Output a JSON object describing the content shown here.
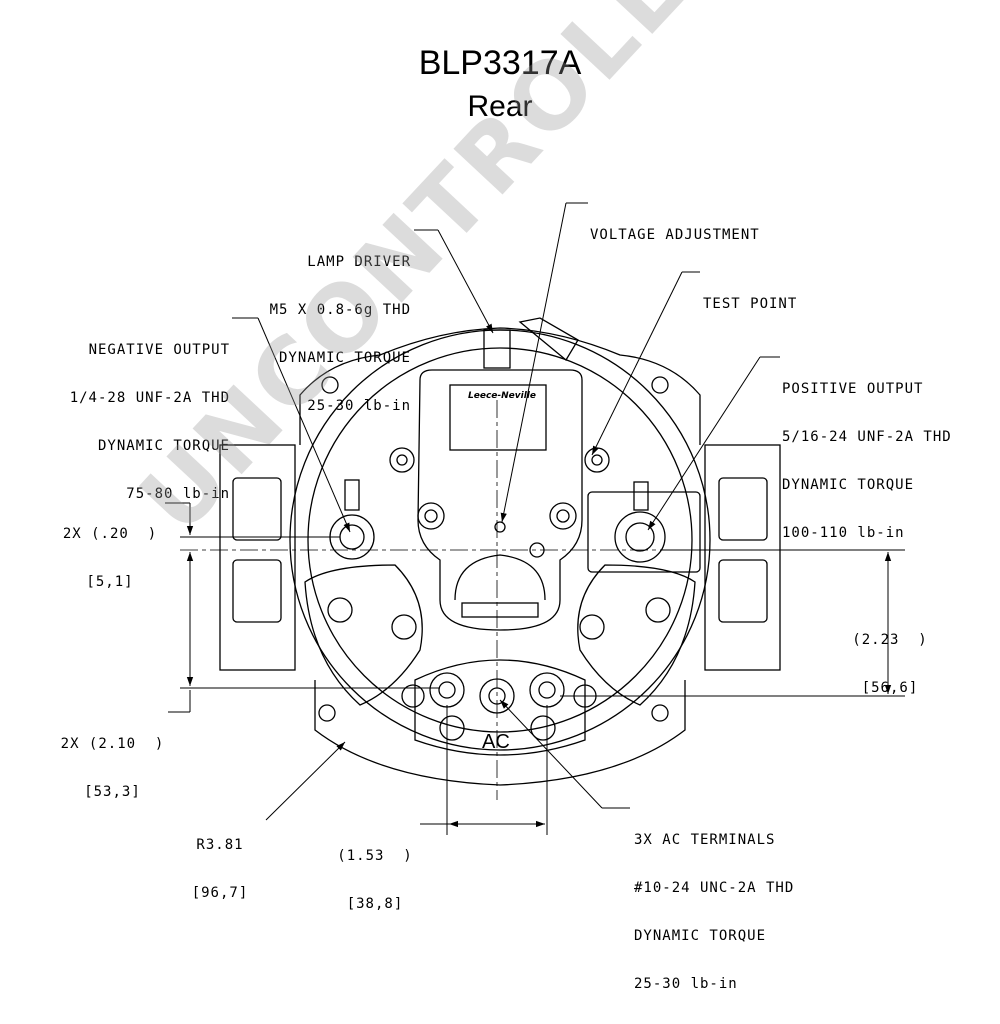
{
  "title": "BLP3317A",
  "subtitle": "Rear",
  "watermark": "UNCONTROLLED COPY",
  "brand_label": "Leece-Neville",
  "terminal_label": "AC",
  "callouts": {
    "lamp_driver": [
      "LAMP DRIVER",
      "M5 X 0.8-6g THD",
      "DYNAMIC TORQUE",
      "25-30 lb-in"
    ],
    "voltage_adjustment": [
      "VOLTAGE ADJUSTMENT"
    ],
    "test_point": [
      "TEST POINT"
    ],
    "negative_output": [
      "NEGATIVE OUTPUT",
      "1/4-28 UNF-2A THD",
      "DYNAMIC TORQUE",
      "75-80 lb-in"
    ],
    "positive_output": [
      "POSITIVE OUTPUT",
      "5/16-24 UNF-2A THD",
      "DYNAMIC TORQUE",
      "100-110 lb-in"
    ],
    "ac_terminals": [
      "3X AC TERMINALS",
      "#10-24 UNC-2A THD",
      "DYNAMIC TORQUE",
      "25-30 lb-in"
    ]
  },
  "dimensions": {
    "dim_020": [
      "2X (.20  )",
      "[5,1]"
    ],
    "dim_210": [
      "2X (2.10  )",
      "[53,3]"
    ],
    "dim_223": [
      "(2.23  )",
      "[56,6]"
    ],
    "dim_153": [
      "(1.53  )",
      "[38,8]"
    ],
    "radius": [
      "R3.81",
      "[96,7]"
    ]
  }
}
